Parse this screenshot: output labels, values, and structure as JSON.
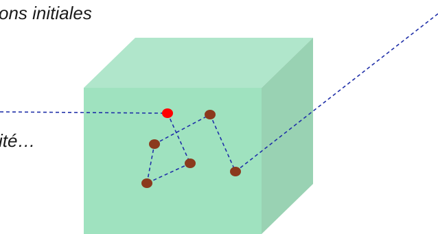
{
  "captions": {
    "top": "ons initiales",
    "middle": "ité…"
  },
  "colors": {
    "cube_front": "#9fe2bf",
    "cube_top": "#b0e6cb",
    "cube_side": "#99d2b3",
    "path_line": "#1f2fa8",
    "start_particle": "#ff0000",
    "particle": "#8b3a1d"
  },
  "particles": [
    {
      "id": "start",
      "role": "start"
    },
    {
      "id": "p1",
      "role": "step"
    },
    {
      "id": "p2",
      "role": "step"
    },
    {
      "id": "p3",
      "role": "step"
    },
    {
      "id": "p4",
      "role": "step"
    },
    {
      "id": "p5",
      "role": "step"
    }
  ]
}
